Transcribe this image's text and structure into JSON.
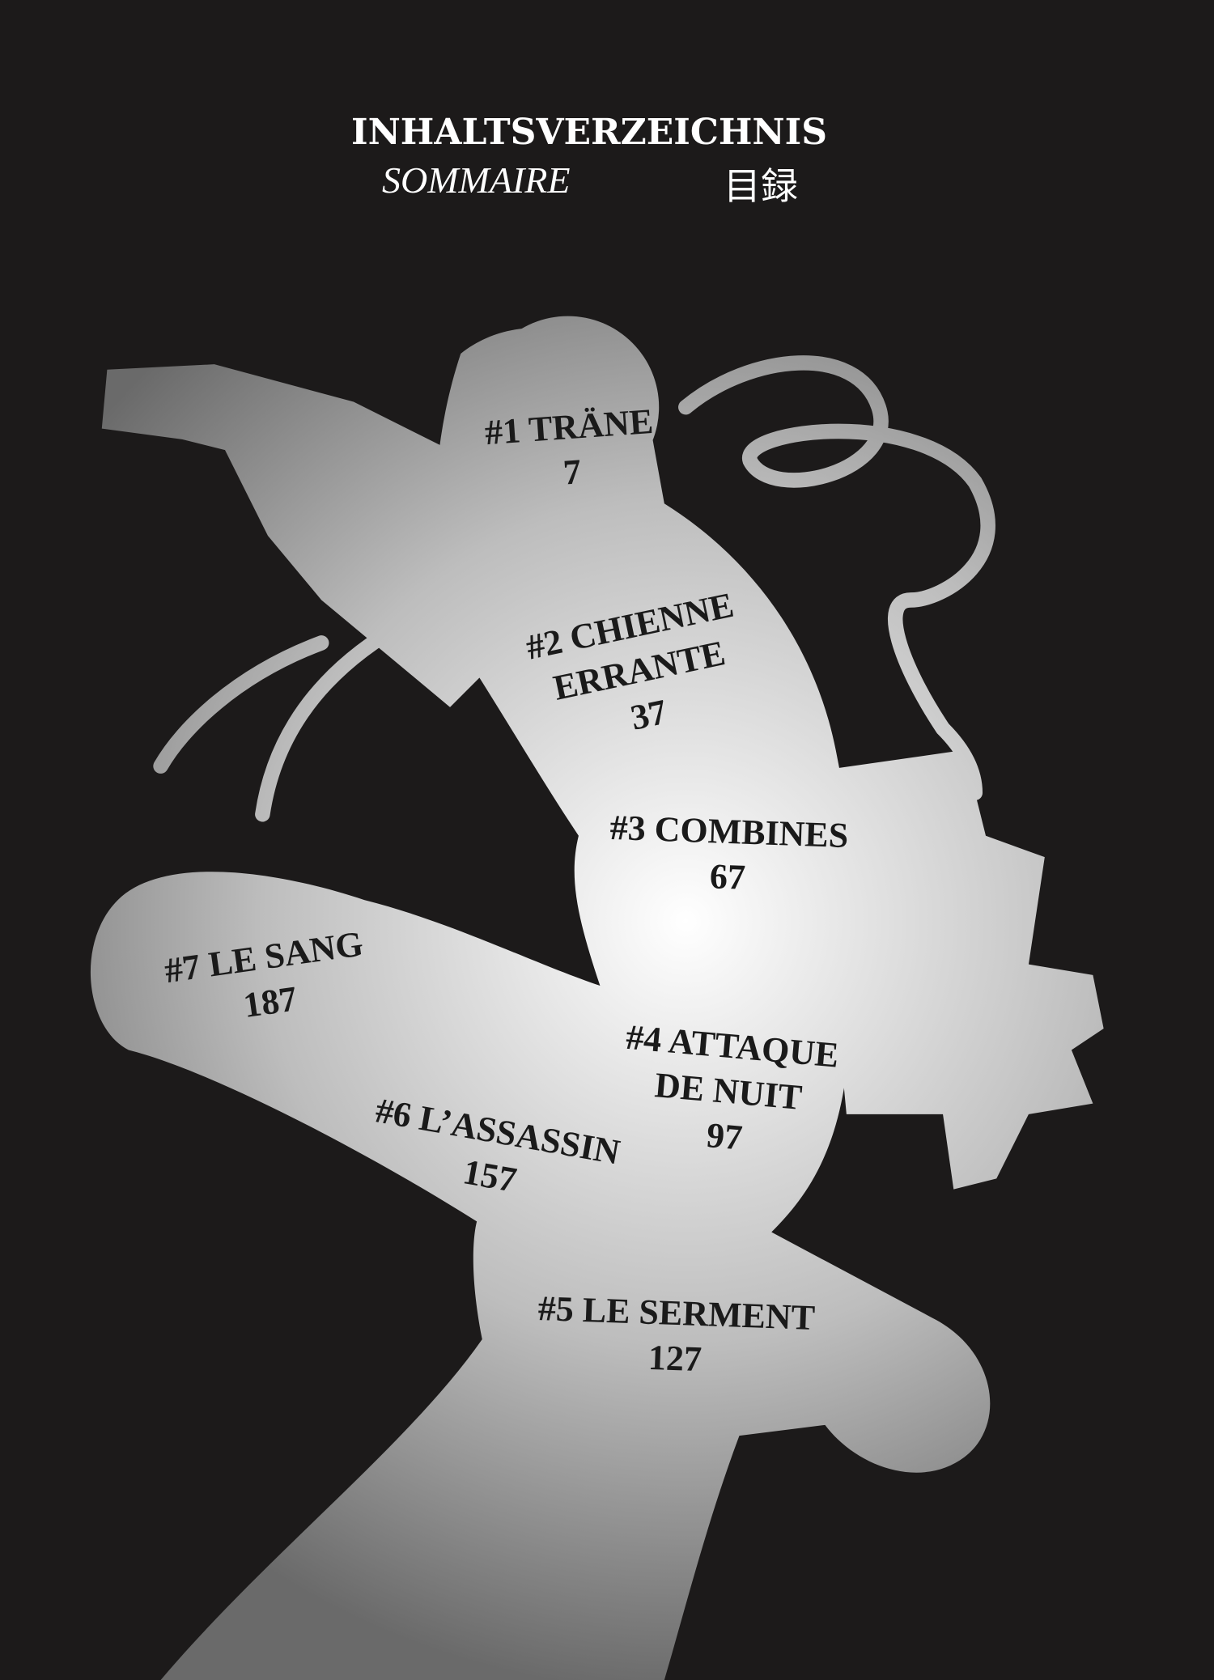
{
  "header": {
    "title_de": "INHALTSVERZEICHNIS",
    "title_fr": "SOMMAIRE",
    "title_jp": "目録"
  },
  "chapters": [
    {
      "title": "#1 TRÄNE",
      "page": "7"
    },
    {
      "title_line1": "#2 CHIENNE",
      "title_line2": "ERRANTE",
      "page": "37"
    },
    {
      "title": "#3 COMBINES",
      "page": "67"
    },
    {
      "title_line1": "#4 ATTAQUE",
      "title_line2": "DE NUIT",
      "page": "97"
    },
    {
      "title": "#5 LE SERMENT",
      "page": "127"
    },
    {
      "title": "#6 L’ASSASSIN",
      "page": "157"
    },
    {
      "title": "#7 LE SANG",
      "page": "187"
    }
  ],
  "colors": {
    "background": "#1c1a1a",
    "silhouette_center": "#ffffff",
    "silhouette_edge": "#6f6f6f"
  }
}
